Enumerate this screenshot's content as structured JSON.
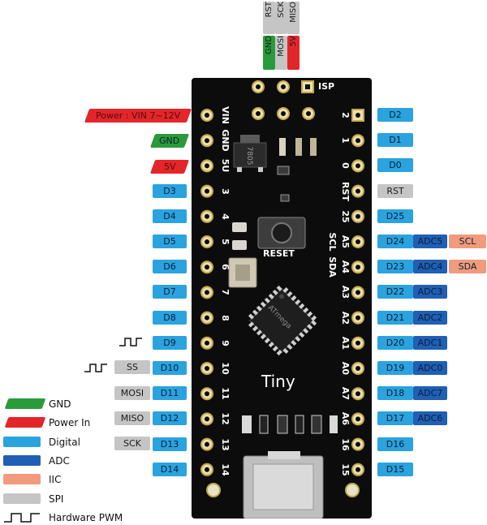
{
  "top_connector": {
    "columns": [
      {
        "top": "RST",
        "bottom": "GND",
        "bottom_color": "#2b9a3a"
      },
      {
        "top": "SCK",
        "bottom": "MOSI",
        "bottom_color": "#c5c5c5"
      },
      {
        "top": "MISO",
        "bottom": "5V",
        "bottom_color": "#e3262a"
      }
    ],
    "isp_label": "ISP"
  },
  "board": {
    "reset_label": "RESET",
    "name": "Tiny",
    "chip_text": "ATmega"
  },
  "left_headers": {
    "pins": [
      "VIN",
      "GND",
      "5U",
      "3",
      "4",
      "5",
      "6",
      "7",
      "8",
      "9",
      "10",
      "11",
      "12",
      "13",
      "14"
    ]
  },
  "right_headers": {
    "pins": [
      "2",
      "1",
      "0",
      "RST",
      "25",
      "A5",
      "A4",
      "A3",
      "A2",
      "A1",
      "A0",
      "A7",
      "A6",
      "16",
      "15"
    ],
    "extra": [
      "",
      "",
      "",
      "",
      "",
      "SCL",
      "SDA",
      "",
      "",
      "",
      "",
      "",
      "",
      "",
      ""
    ]
  },
  "left_labels": {
    "power_vin": "Power : VIN 7~12V",
    "gnd": "GND",
    "v5": "5V",
    "digital": [
      "D3",
      "D4",
      "D5",
      "D6",
      "D7",
      "D8",
      "D9",
      "D10",
      "D11",
      "D12",
      "D13",
      "D14"
    ],
    "spi": {
      "ss": "SS",
      "mosi": "MOSI",
      "miso": "MISO",
      "sck": "SCK"
    }
  },
  "right_labels": {
    "digital": [
      "D2",
      "D1",
      "D0",
      "RST",
      "D25",
      "D24",
      "D23",
      "D22",
      "D21",
      "D20",
      "D19",
      "D18",
      "D17",
      "D16",
      "D15"
    ],
    "adc": [
      "ADC5",
      "ADC4",
      "ADC3",
      "ADC2",
      "ADC1",
      "ADC0",
      "ADC7",
      "ADC6"
    ],
    "iic": [
      "SCL",
      "SDA"
    ]
  },
  "legend": [
    {
      "label": "GND",
      "color": "#2b9a3a",
      "slant": true
    },
    {
      "label": "Power In",
      "color": "#e3262a",
      "slant": true
    },
    {
      "label": "Digital",
      "color": "#2aa3df",
      "slant": false
    },
    {
      "label": "ADC",
      "color": "#1f5fb4",
      "slant": false
    },
    {
      "label": "IIC",
      "color": "#f19b7c",
      "slant": false
    },
    {
      "label": "SPI",
      "color": "#c5c5c5",
      "slant": false
    },
    {
      "label": "Hardware PWM",
      "color": "",
      "slant": false,
      "icon": "pwm-wave-icon"
    }
  ]
}
